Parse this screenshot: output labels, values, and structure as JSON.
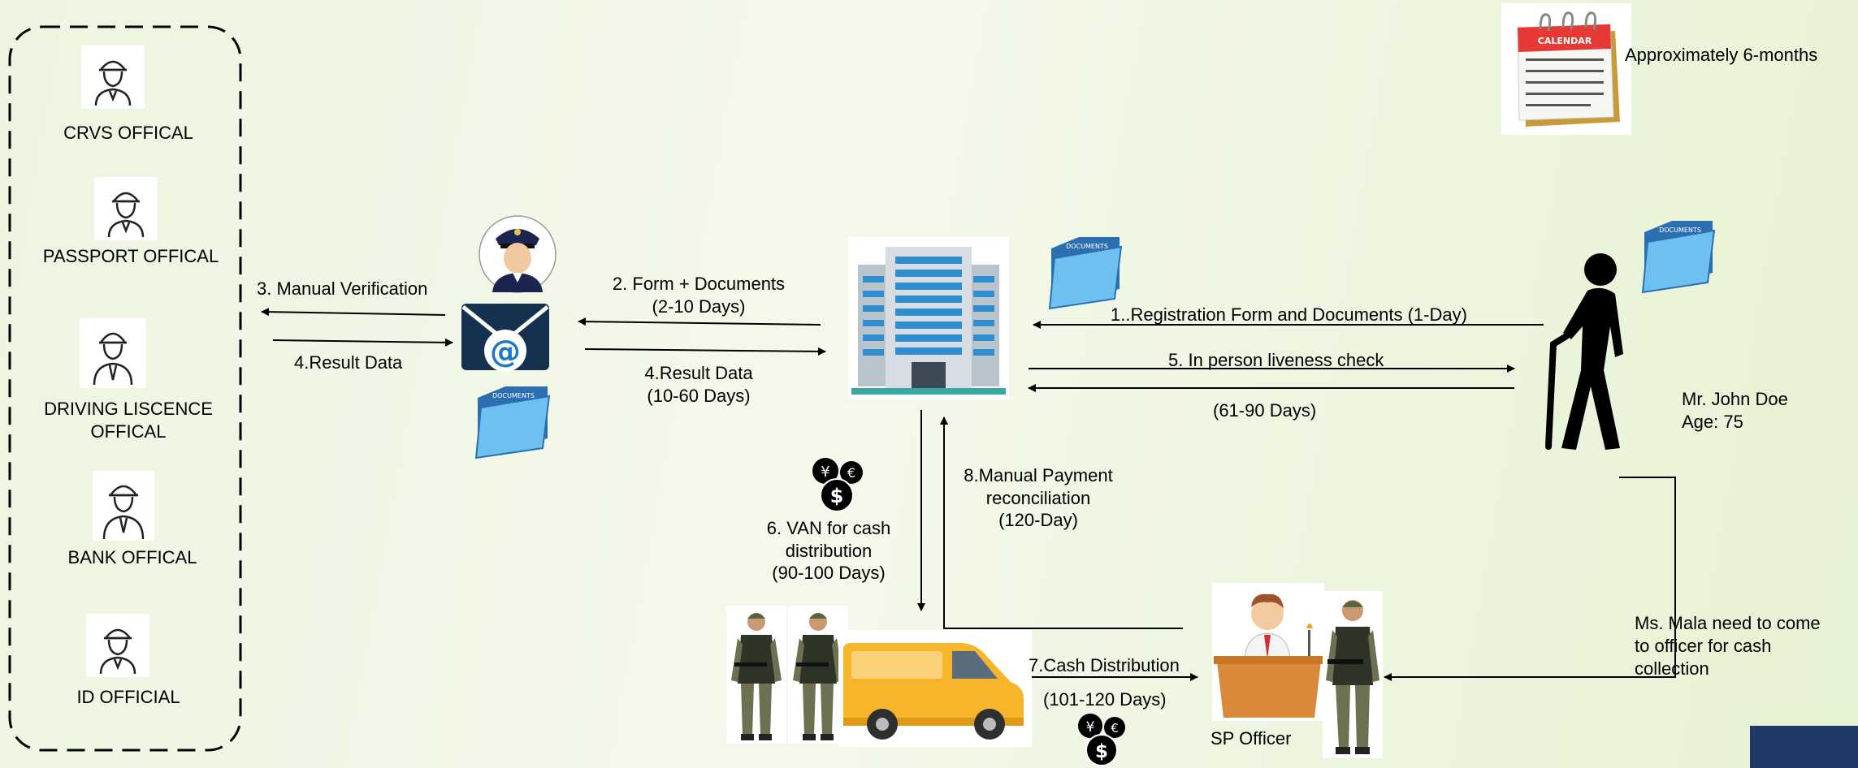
{
  "officials": {
    "crvs": "CRVS OFFICAL",
    "passport": "PASSPORT OFFICAL",
    "driving_1": "DRIVING LISCENCE",
    "driving_2": "OFFICAL",
    "bank": "BANK  OFFICAL",
    "id": "ID OFFICIAL"
  },
  "calendar": {
    "label": "Approximately 6-months",
    "banner": "CALENDAR"
  },
  "folder_label": "DOCUMENTS",
  "steps": {
    "s3": "3. Manual Verification",
    "s4a": "4.Result Data",
    "s2_line1": "2. Form + Documents",
    "s2_line2": "(2-10 Days)",
    "s4b_line1": "4.Result Data",
    "s4b_line2": "(10-60 Days)",
    "s1": "1..Registration Form and Documents (1-Day)",
    "s5": "5. In person liveness check",
    "s5_days": "(61-90 Days)",
    "s6_line1": "6. VAN for cash",
    "s6_line2": "distribution",
    "s6_line3": "(90-100 Days)",
    "s8_line1": "8.Manual Payment",
    "s8_line2": "reconciliation",
    "s8_line3": "(120-Day)",
    "s7": "7.Cash Distribution",
    "s7_days": "(101-120 Days)"
  },
  "beneficiary": {
    "name_prefix": "Mr. ",
    "name": "John Doe",
    "age": "Age: 75"
  },
  "sp_officer": "SP Officer",
  "note": {
    "line1": "Ms. Mala need to come",
    "line2": "to officer for cash",
    "line3": "collection"
  },
  "colors": {
    "arrow": "#000000",
    "corner_block": "#1f3868",
    "van": "#f7b52c"
  },
  "icons": [
    "officer-icon",
    "police-avatar-icon",
    "email-icon",
    "documents-folder-icon",
    "building-icon",
    "elderly-person-icon",
    "calendar-icon",
    "money-icon",
    "soldier-icon",
    "van-icon",
    "sp-officer-desk-icon"
  ]
}
